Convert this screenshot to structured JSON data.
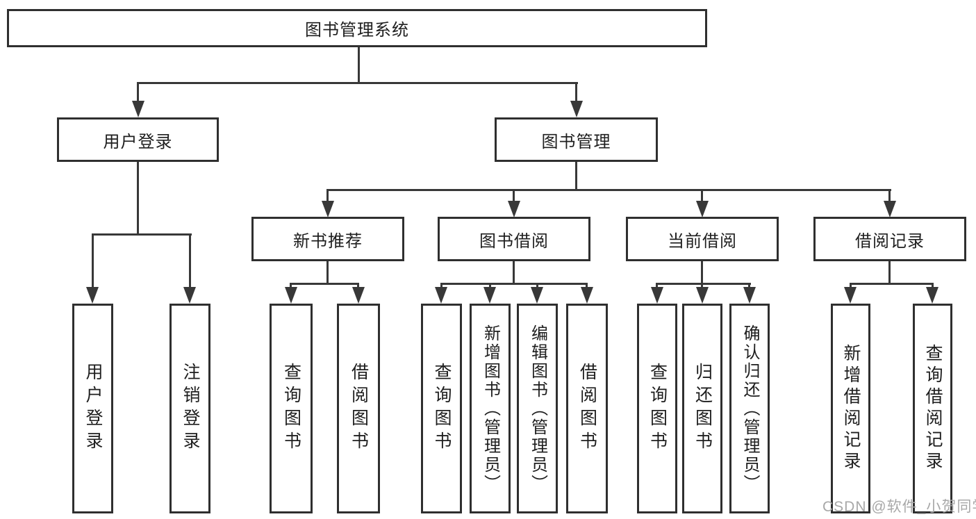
{
  "root": {
    "label": "图书管理系统"
  },
  "level2": [
    {
      "label": "用户登录"
    },
    {
      "label": "图书管理"
    }
  ],
  "level3": [
    {
      "label": "新书推荐"
    },
    {
      "label": "图书借阅"
    },
    {
      "label": "当前借阅"
    },
    {
      "label": "借阅记录"
    }
  ],
  "leaves": [
    {
      "label": "用户登录"
    },
    {
      "label": "注销登录"
    },
    {
      "label": "查询图书"
    },
    {
      "label": "借阅图书"
    },
    {
      "label": "查询图书"
    },
    {
      "label": "新增图书（管理员）"
    },
    {
      "label": "编辑图书（管理员）"
    },
    {
      "label": "借阅图书"
    },
    {
      "label": "查询图书"
    },
    {
      "label": "归还图书"
    },
    {
      "label": "确认归还（管理员）"
    },
    {
      "label": "新增借阅记录"
    },
    {
      "label": "查询借阅记录"
    }
  ],
  "watermark": "CSDN @软件_小贺同学",
  "colors": {
    "line": "#383838",
    "border": "#2f2f2f",
    "text": "#1e1e1e",
    "watermark": "#a8a8a8",
    "background": "#ffffff"
  }
}
